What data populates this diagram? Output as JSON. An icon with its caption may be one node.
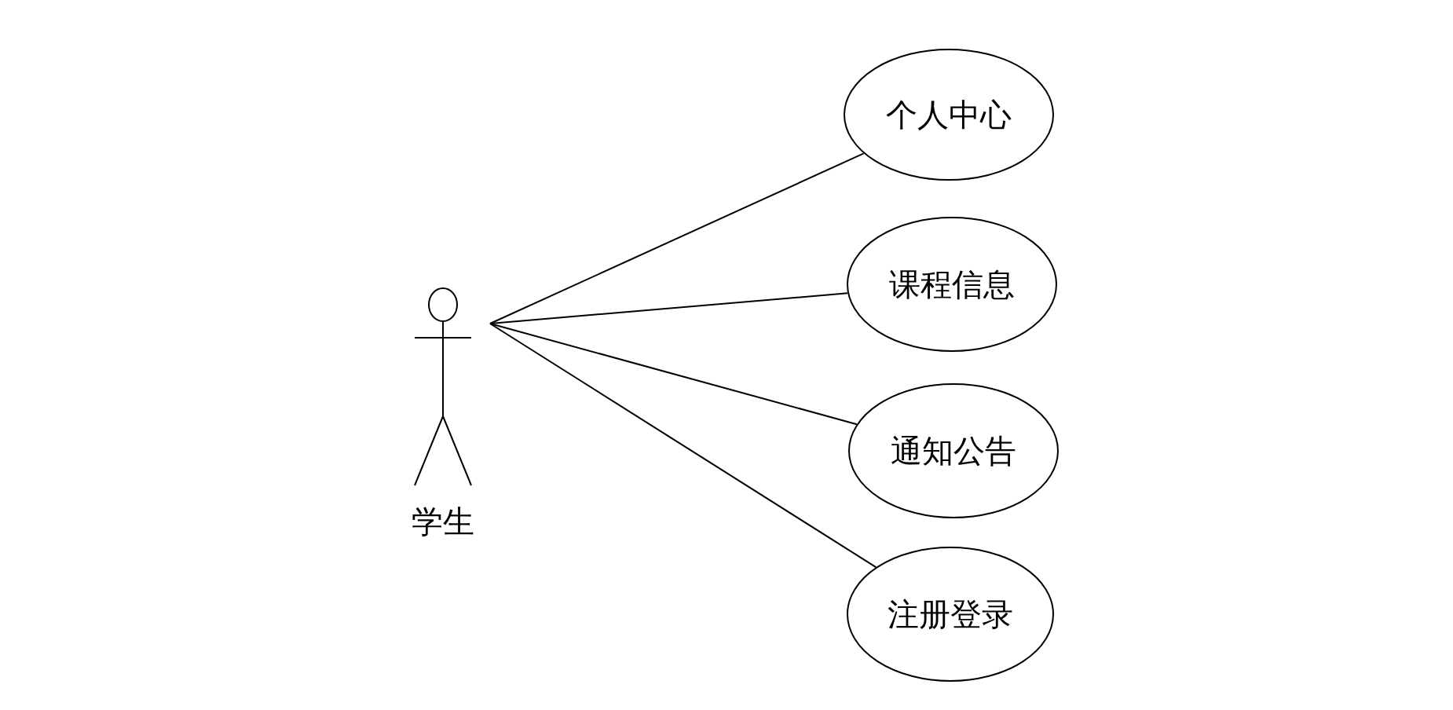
{
  "diagram": {
    "nodes": [
      {
        "text": [
          "学生"
        ]
      },
      {
        "text": [
          "个人中心"
        ]
      },
      {
        "text": [
          "课程信息"
        ]
      },
      {
        "text": [
          "通知公告"
        ]
      },
      {
        "text": [
          "注册登录"
        ]
      }
    ],
    "edges": [
      {
        "from": 0,
        "to": 1,
        "arrow": "none"
      },
      {
        "from": 0,
        "to": 2,
        "arrow": "none"
      },
      {
        "from": 0,
        "to": 3,
        "arrow": "none"
      },
      {
        "from": 0,
        "to": 4,
        "arrow": "none"
      }
    ]
  }
}
